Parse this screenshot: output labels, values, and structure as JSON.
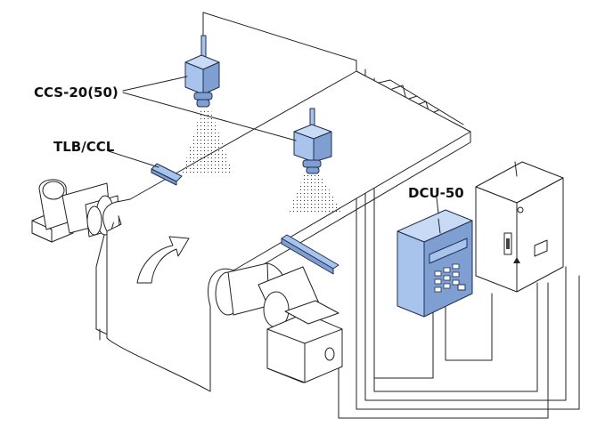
{
  "labels": {
    "camera": "CCS-20(50)",
    "light": "TLB/CCL",
    "controller": "DCU-50"
  },
  "colors": {
    "device_blue": "#a9c4ec",
    "device_blue_light": "#c9daf5",
    "device_blue_dark": "#7f9fd3",
    "line": "#222222",
    "background": "#ffffff",
    "cabinet": "#ffffff",
    "cabinet_side": "#eeeeee"
  }
}
